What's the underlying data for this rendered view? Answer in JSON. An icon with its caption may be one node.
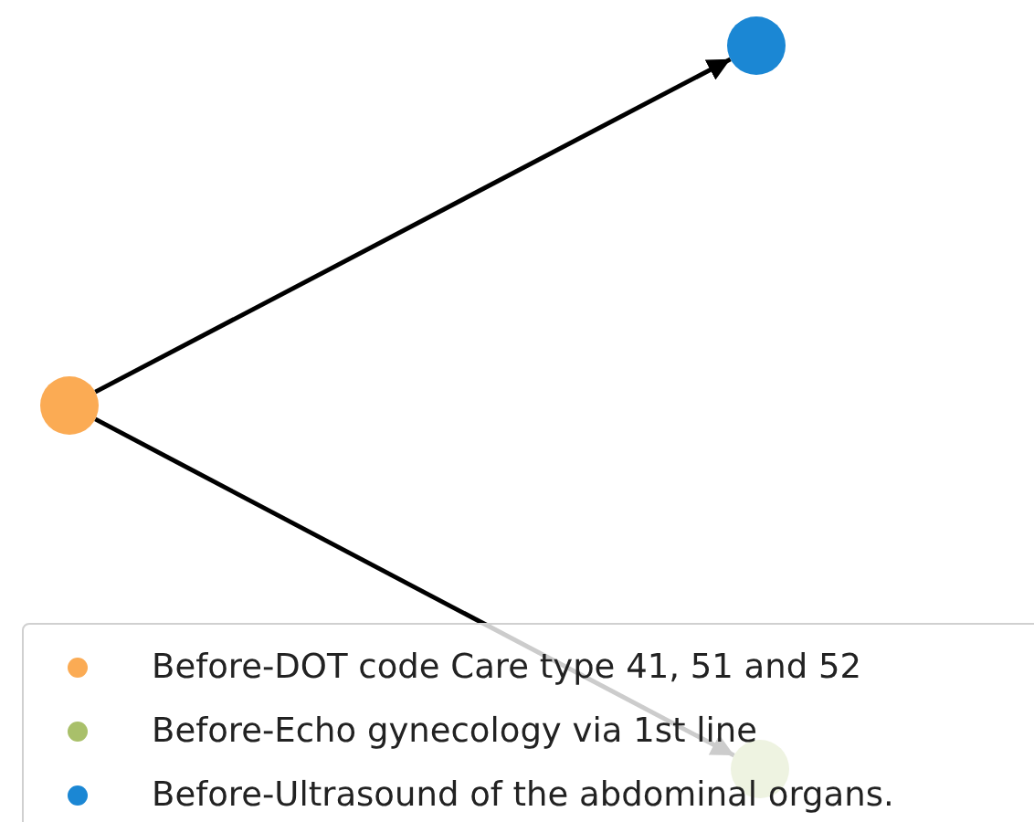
{
  "diagram": {
    "nodes": [
      {
        "text": [],
        "shape": "circle"
      },
      {
        "text": [],
        "shape": "circle"
      },
      {
        "text": [],
        "shape": "circle"
      }
    ],
    "edges": [
      {
        "from": 0,
        "to": 1,
        "arrow": "to"
      },
      {
        "from": 0,
        "to": 2,
        "arrow": "to"
      }
    ],
    "legend": [
      {
        "text": "Before-DOT code Care type 41, 51 and 52",
        "color": "#fbab54"
      },
      {
        "text": "Before-Echo gynecology via 1st line",
        "color": "#a9c06a"
      },
      {
        "text": "Before-Ultrasound of the abdominal organs.",
        "color": "#1b87d4"
      }
    ]
  }
}
